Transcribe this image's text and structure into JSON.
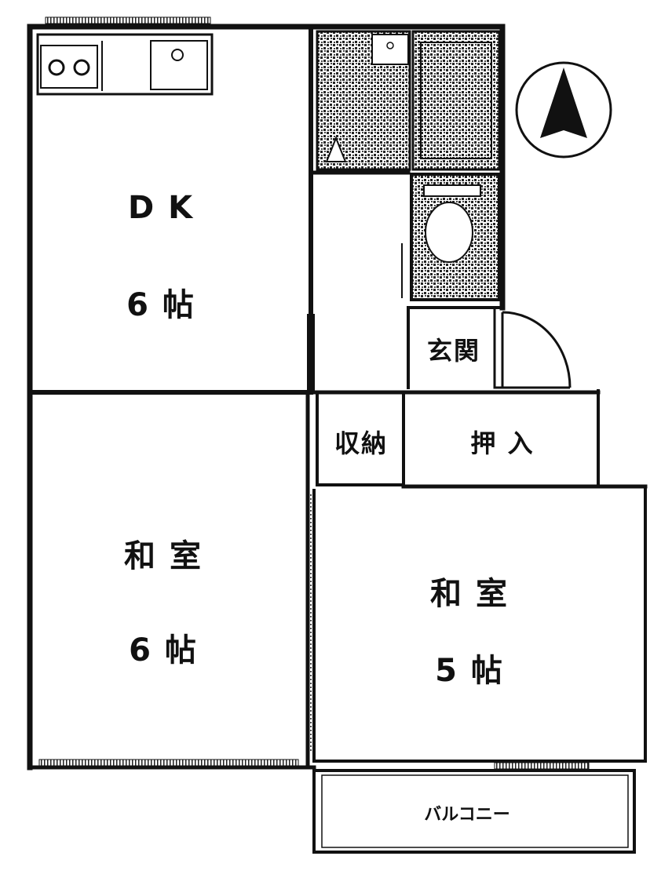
{
  "rooms": {
    "dk": {
      "name": "D K",
      "size": "6 帖"
    },
    "washitsu_left": {
      "name": "和 室",
      "size": "6 帖"
    },
    "washitsu_right": {
      "name": "和 室",
      "size": "5 帖"
    },
    "genkan": {
      "name": "玄関"
    },
    "shuno": {
      "name": "収納"
    },
    "oshiire": {
      "name": "押 入"
    },
    "balcony": {
      "name": "バルコニー"
    }
  },
  "compass": {
    "icon": "north-arrow-icon"
  },
  "colors": {
    "wall": "#111111",
    "tile": "#2b2b2b",
    "paper": "#ffffff"
  }
}
